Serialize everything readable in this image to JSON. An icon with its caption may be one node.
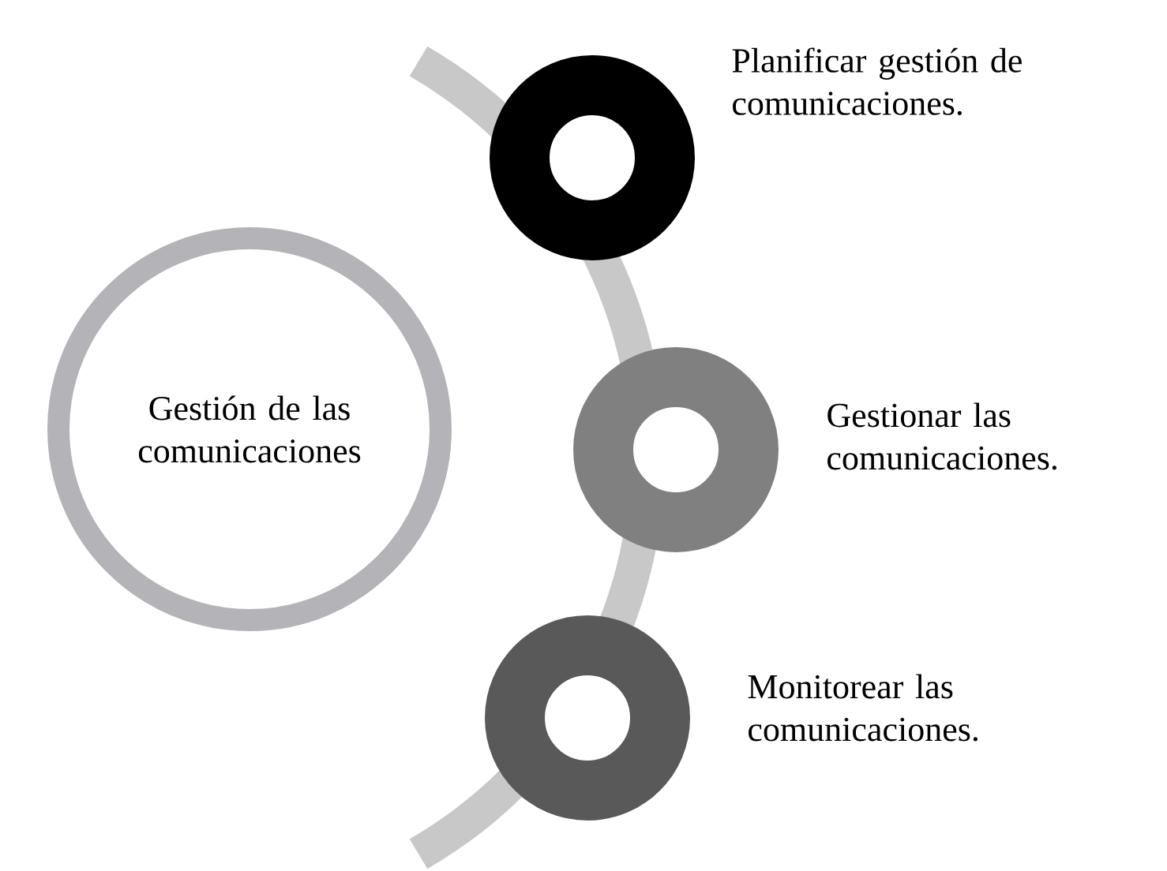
{
  "diagram": {
    "nodes": [
      {
        "text": [
          "Gestión de las comunicaciones"
        ]
      },
      {
        "text": [],
        "shape": "circle",
        "beside": [
          "Planificar gestión de comunicaciones."
        ]
      },
      {
        "text": [],
        "shape": "circle",
        "beside": [
          "Gestionar las comunicaciones."
        ]
      },
      {
        "text": [],
        "shape": "circle",
        "beside": [
          "Monitorear las comunicaciones."
        ]
      }
    ]
  }
}
